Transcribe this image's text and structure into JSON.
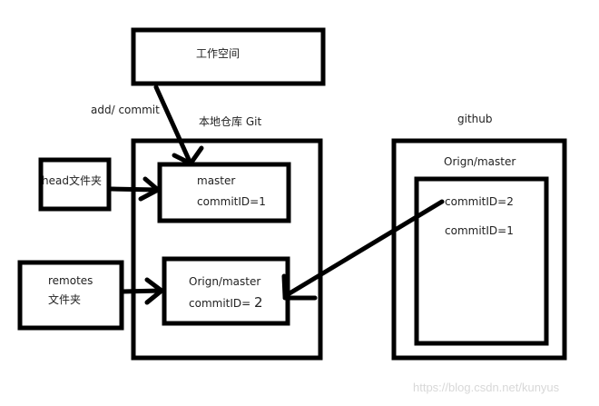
{
  "diagram": {
    "workspace": {
      "label": "工作空间"
    },
    "add_commit_label": "add/ commit",
    "local_repo": {
      "title": "本地仓库 Git",
      "master": {
        "name": "master",
        "commit": "commitID=1"
      },
      "origin_master": {
        "name": "Orign/master",
        "commit_prefix": "commitID= ",
        "commit_value": "2"
      }
    },
    "head_folder": {
      "label": "head文件夹"
    },
    "remotes_folder": {
      "line1": "remotes",
      "line2": "文件夹"
    },
    "github": {
      "title": "github",
      "branch": "Orign/master",
      "commits": [
        "commitID=2",
        "commitID=1"
      ]
    }
  },
  "watermark": "https://blog.csdn.net/kunyus",
  "colors": {
    "stroke": "#000000",
    "text": "#222222",
    "watermark": "#d8d8d8"
  }
}
